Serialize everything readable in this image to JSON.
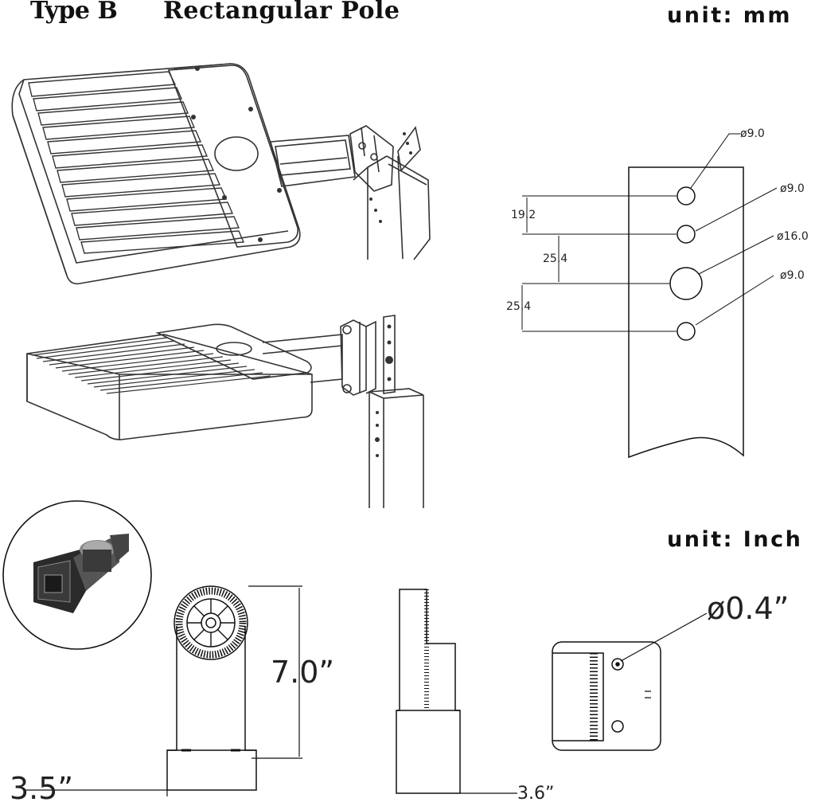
{
  "header": {
    "type_label": "Type B",
    "pole_label": "Rectangular  Pole",
    "unit_mm": "unit:  mm",
    "unit_inch": "unit:  Inch"
  },
  "pole_diagram": {
    "hole1_label": "ø9.0",
    "hole2_label": "ø9.0",
    "hole3_label": "ø16.0",
    "hole4_label": "ø9.0",
    "spacing1": "19.2",
    "spacing2": "25.4",
    "spacing3": "25.4"
  },
  "bracket_diagram": {
    "height": "7.0”",
    "width_front": "3.5”",
    "width_side": "3.6”",
    "hole_diameter": "ø0.4”"
  }
}
